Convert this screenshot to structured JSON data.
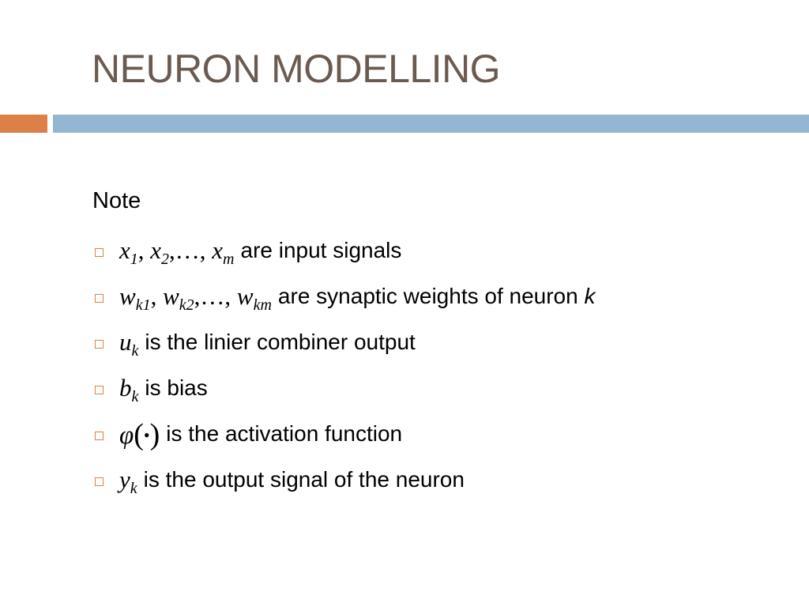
{
  "slide": {
    "title": "NEURON MODELLING",
    "note_label": "Note",
    "bullets": [
      {
        "symbol_parts": {
          "a": "x",
          "a_sub": "1",
          "sep1": ", ",
          "b": "x",
          "b_sub": "2",
          "sep2": ",…, ",
          "c": "x",
          "c_sub": "m"
        },
        "text": "are input signals"
      },
      {
        "symbol_parts": {
          "a": "w",
          "a_sub": "k1",
          "sep1": ", ",
          "b": "w",
          "b_sub": "k2",
          "sep2": ",…, ",
          "c": "w",
          "c_sub": "km"
        },
        "text": "are synaptic weights of neuron",
        "text_var": "k"
      },
      {
        "symbol": "u",
        "symbol_sub": "k",
        "text": "is the linier combiner output"
      },
      {
        "symbol": "b",
        "symbol_sub": "k",
        "text": "is bias"
      },
      {
        "symbol_phi": "φ",
        "paren_open": "(",
        "dot": "•",
        "paren_close": ")",
        "text": "is the activation function"
      },
      {
        "symbol": "y",
        "symbol_sub": "k",
        "text": "is the output signal of the neuron"
      }
    ]
  },
  "colors": {
    "title": "#6b5a4f",
    "accent_orange": "#dd8047",
    "accent_blue": "#94b6d2"
  }
}
